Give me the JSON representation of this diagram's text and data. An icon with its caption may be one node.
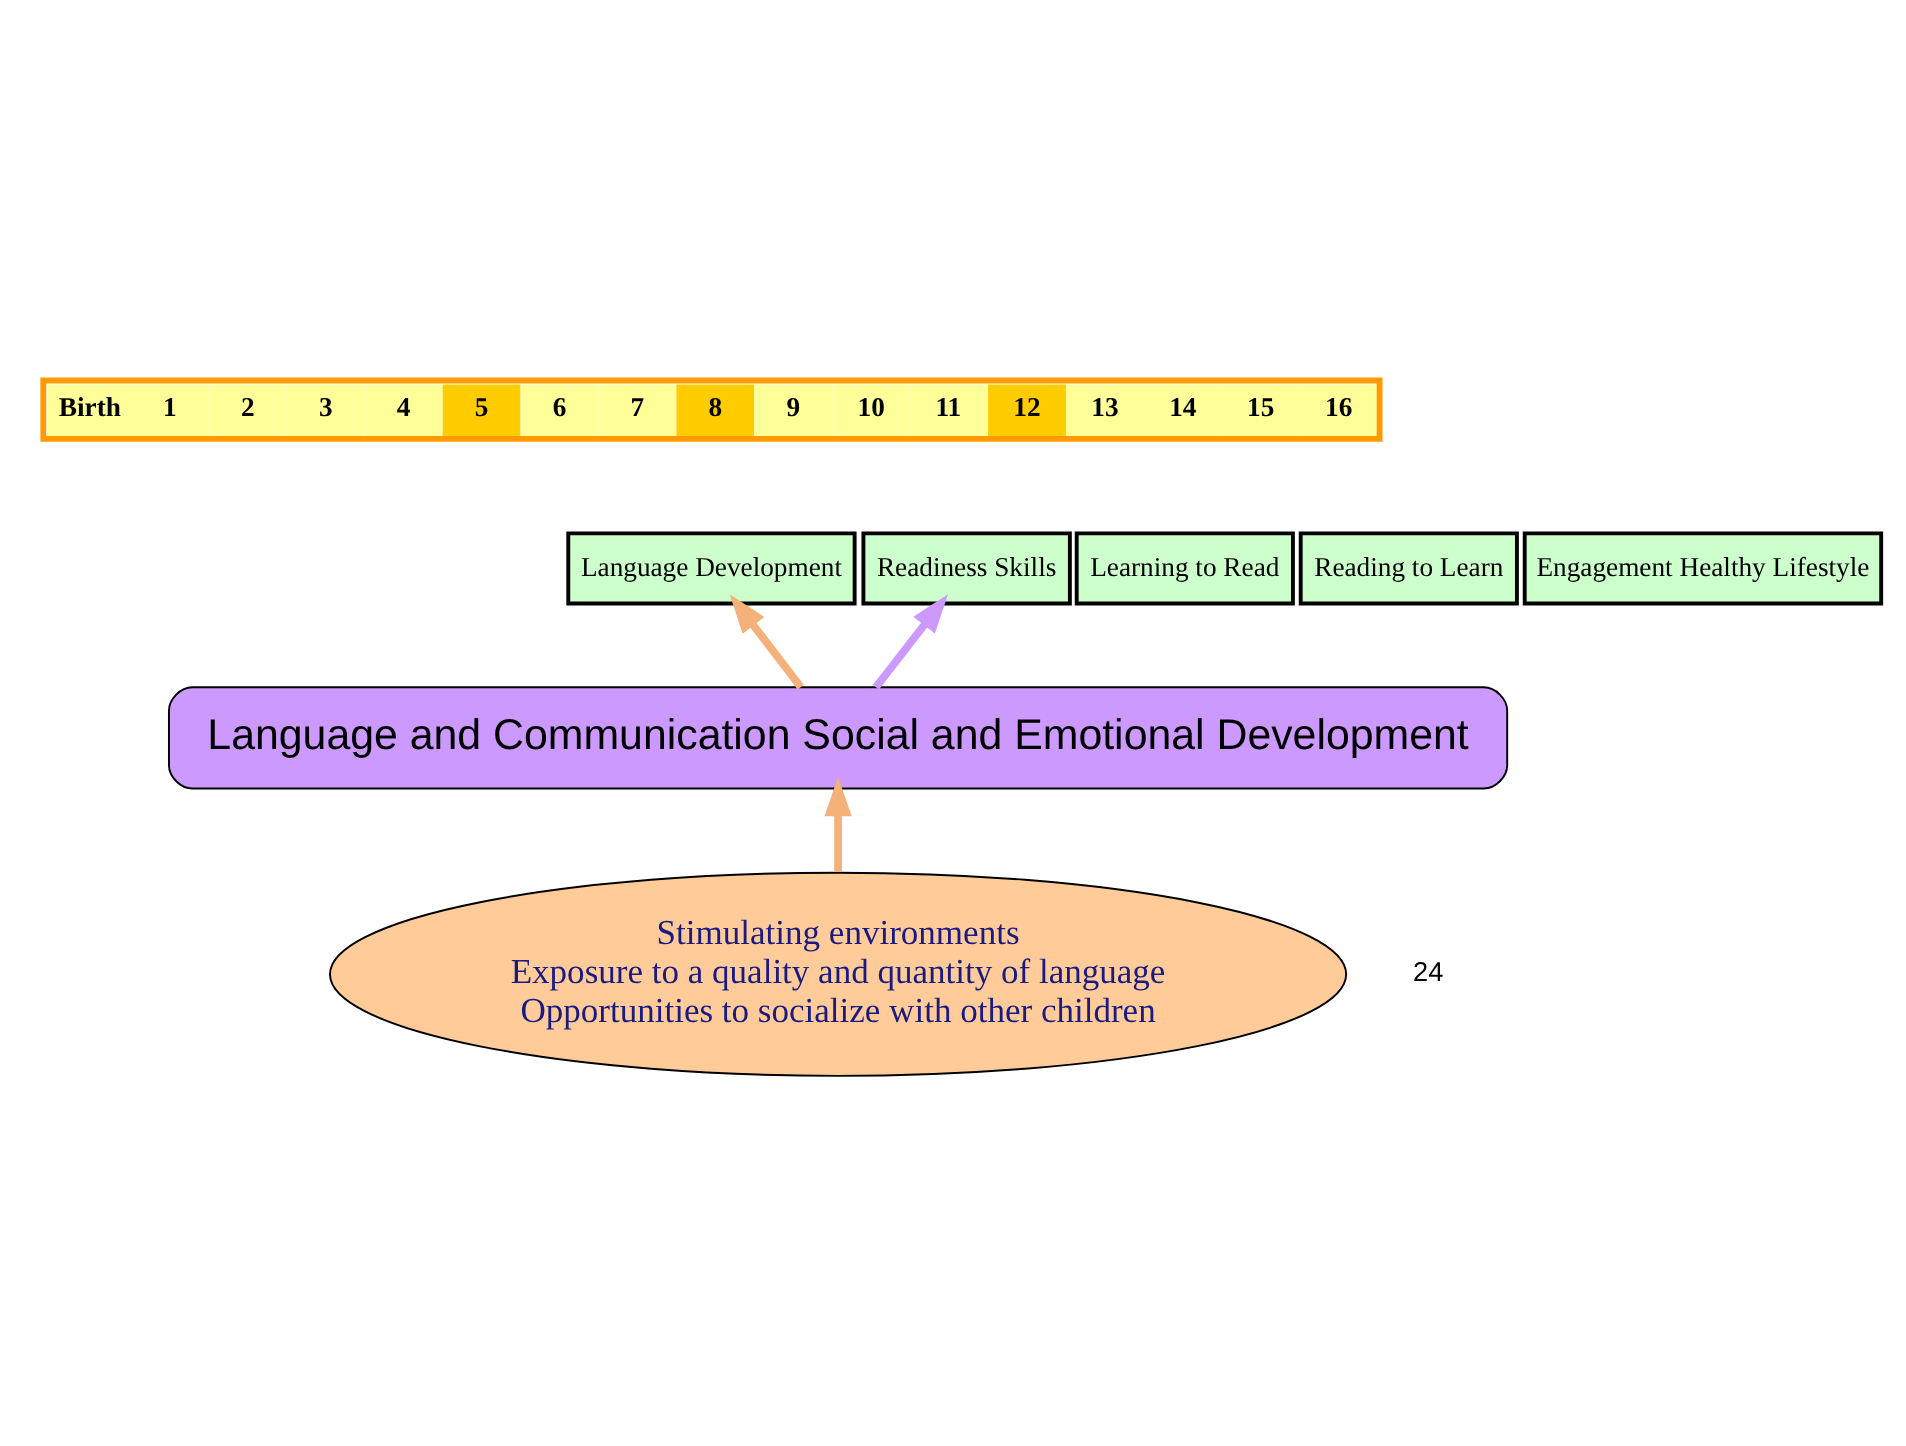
{
  "diagram": {
    "nodes": [
      {
        "text": [
          "Language Development"
        ]
      },
      {
        "text": [
          "Readiness Skills"
        ]
      },
      {
        "text": [
          "Learning to Read"
        ]
      },
      {
        "text": [
          "Reading to Learn"
        ]
      },
      {
        "text": [
          "Engagement Healthy Lifestyle"
        ]
      },
      {
        "text": [
          "Language and Communication Social and Emotional Development"
        ]
      },
      {
        "text": [
          "Stimulating environments",
          "Exposure to a quality and quantity of language",
          "Opportunities to socialize with other children"
        ]
      }
    ],
    "edges": [
      {
        "from": 6,
        "to": 5,
        "arrow": "to"
      },
      {
        "from": 5,
        "to": 0,
        "arrow": "to"
      },
      {
        "from": 5,
        "to": 1,
        "arrow": "to",
        "color": "#cc99ff"
      }
    ],
    "labels": [
      "Birth",
      "1",
      "2",
      "3",
      "4",
      "5",
      "6",
      "7",
      "8",
      "9",
      "10",
      "11",
      "12",
      "13",
      "14",
      "15",
      "16",
      "24"
    ]
  }
}
